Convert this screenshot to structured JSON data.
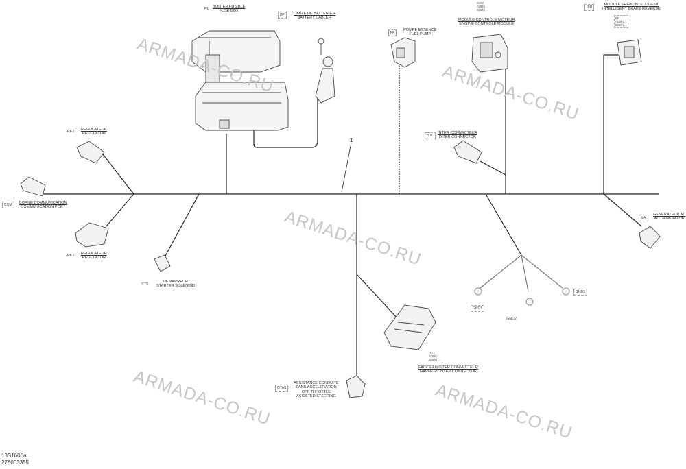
{
  "watermark": "ARMADA-CO.RU",
  "callout": "1",
  "footer": {
    "line1": "13S1606a",
    "line2": "278003355"
  },
  "components": {
    "fuse_box": {
      "code": "F1",
      "fr": "BOITIER FUSIBLE",
      "en": "FUSE BOX"
    },
    "battery_cable": {
      "code": "BP",
      "fr": "CABLE DE BATTERIE +",
      "en": "BATTERY CABLE +"
    },
    "fuel_pump": {
      "code": "FP",
      "fr": "POMPE ESSENCE",
      "en": "FUEL PUMP"
    },
    "ecm": {
      "code": "ECM",
      "fr": "MODULE CONTROLE MOTEUR",
      "en": "ENGINE CONTROLE MODULE"
    },
    "ibr": {
      "code": "IBR",
      "fr": "MODULE FREIN INTELLIGENT",
      "en": "INTELLIGENT BRAKE REVERSE"
    },
    "regulator_2": {
      "code": "RE2",
      "fr": "REGULATEUR",
      "en": "REGULATOR"
    },
    "comm_port": {
      "code": "COM",
      "fr": "BORNE COMMUNICATION",
      "en": "COMMUNICATION PORT"
    },
    "regulator_1": {
      "code": "RE1",
      "fr": "REGULATEUR",
      "en": "REGULATOR"
    },
    "starter": {
      "code": "STS",
      "fr": "DEMARREUR",
      "en": "STARTER SOLENOID"
    },
    "inter_connector": {
      "code": "HTC",
      "fr": "INTER CONNECTEUR",
      "en": "INTER CONNECTOR"
    },
    "ac_generator": {
      "code": "MA",
      "fr": "GENERATEUR AC",
      "en": "AC GENERATOR"
    },
    "harness_inter": {
      "code": "HC1",
      "fr": "FAISCEAU INTER CONNECTEUR",
      "en": "HARNESS INTER CONNECTOR"
    },
    "otas": {
      "code": "OTAS",
      "fr1": "ASSISTANCE CONDUITE",
      "fr2": "SANS ACCELERATION",
      "en1": "OFF THROTTLE",
      "en2": "ASSISTED STEERING"
    },
    "gnd1": {
      "code": "GND1"
    },
    "gnd2": {
      "code": "GND2"
    },
    "gnd3": {
      "code": "GND3"
    }
  },
  "pin_tables": {
    "ecm": [
      "ECM",
      "A(Blk) ...",
      "B(Blk) ..."
    ],
    "ibr": [
      "BR",
      "A(Blk) ...",
      "B(Blk) ..."
    ],
    "harness": [
      "HC1",
      "A(Blk) ...",
      "B(Blk) ..."
    ]
  },
  "colors": {
    "wire": "#222222",
    "part": "#444444",
    "watermark": "#c6c6c6"
  }
}
